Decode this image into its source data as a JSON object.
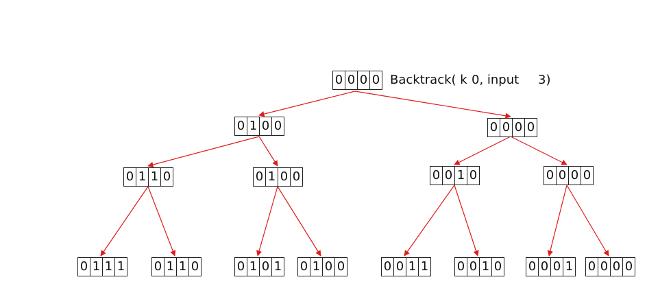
{
  "root_label": {
    "prefix": "Backtrack( k",
    "k_value": "0, input",
    "input_value": "3)"
  },
  "edge_color": "#e01b1b",
  "nodes": {
    "root": [
      "0",
      "0",
      "0",
      "0"
    ],
    "l1a": [
      "0",
      "1",
      "0",
      "0"
    ],
    "l1b": [
      "0",
      "0",
      "0",
      "0"
    ],
    "l2a": [
      "0",
      "1",
      "1",
      "0"
    ],
    "l2b": [
      "0",
      "1",
      "0",
      "0"
    ],
    "l2c": [
      "0",
      "0",
      "1",
      "0"
    ],
    "l2d": [
      "0",
      "0",
      "0",
      "0"
    ],
    "l3a": [
      "0",
      "1",
      "1",
      "1"
    ],
    "l3b": [
      "0",
      "1",
      "1",
      "0"
    ],
    "l3c": [
      "0",
      "1",
      "0",
      "1"
    ],
    "l3d": [
      "0",
      "1",
      "0",
      "0"
    ],
    "l3e": [
      "0",
      "0",
      "1",
      "1"
    ],
    "l3f": [
      "0",
      "0",
      "1",
      "0"
    ],
    "l3g": [
      "0",
      "0",
      "0",
      "1"
    ],
    "l3h": [
      "0",
      "0",
      "0",
      "0"
    ]
  }
}
